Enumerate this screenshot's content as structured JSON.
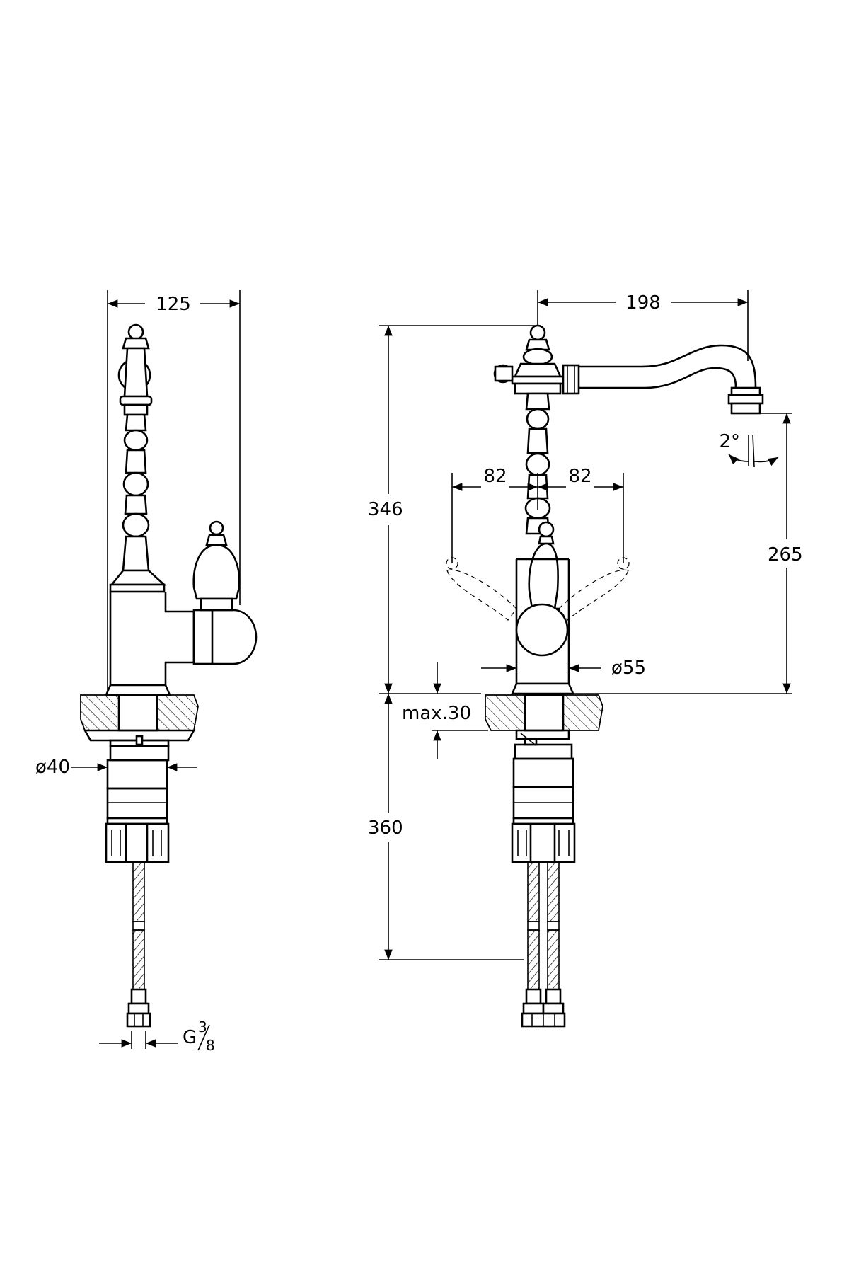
{
  "side_view": {
    "width_label": "125",
    "base_diameter_label": "ø40",
    "thread_label_main": "G",
    "thread_label_num": "3",
    "thread_label_den": "8"
  },
  "front_view": {
    "spout_reach_label": "198",
    "total_height_label": "346",
    "spout_height_label": "265",
    "angle_label": "2°",
    "lever_left_label": "82",
    "lever_right_label": "82",
    "body_diameter_label": "ø55",
    "deck_thickness_label": "max.30",
    "hose_length_label": "360"
  }
}
